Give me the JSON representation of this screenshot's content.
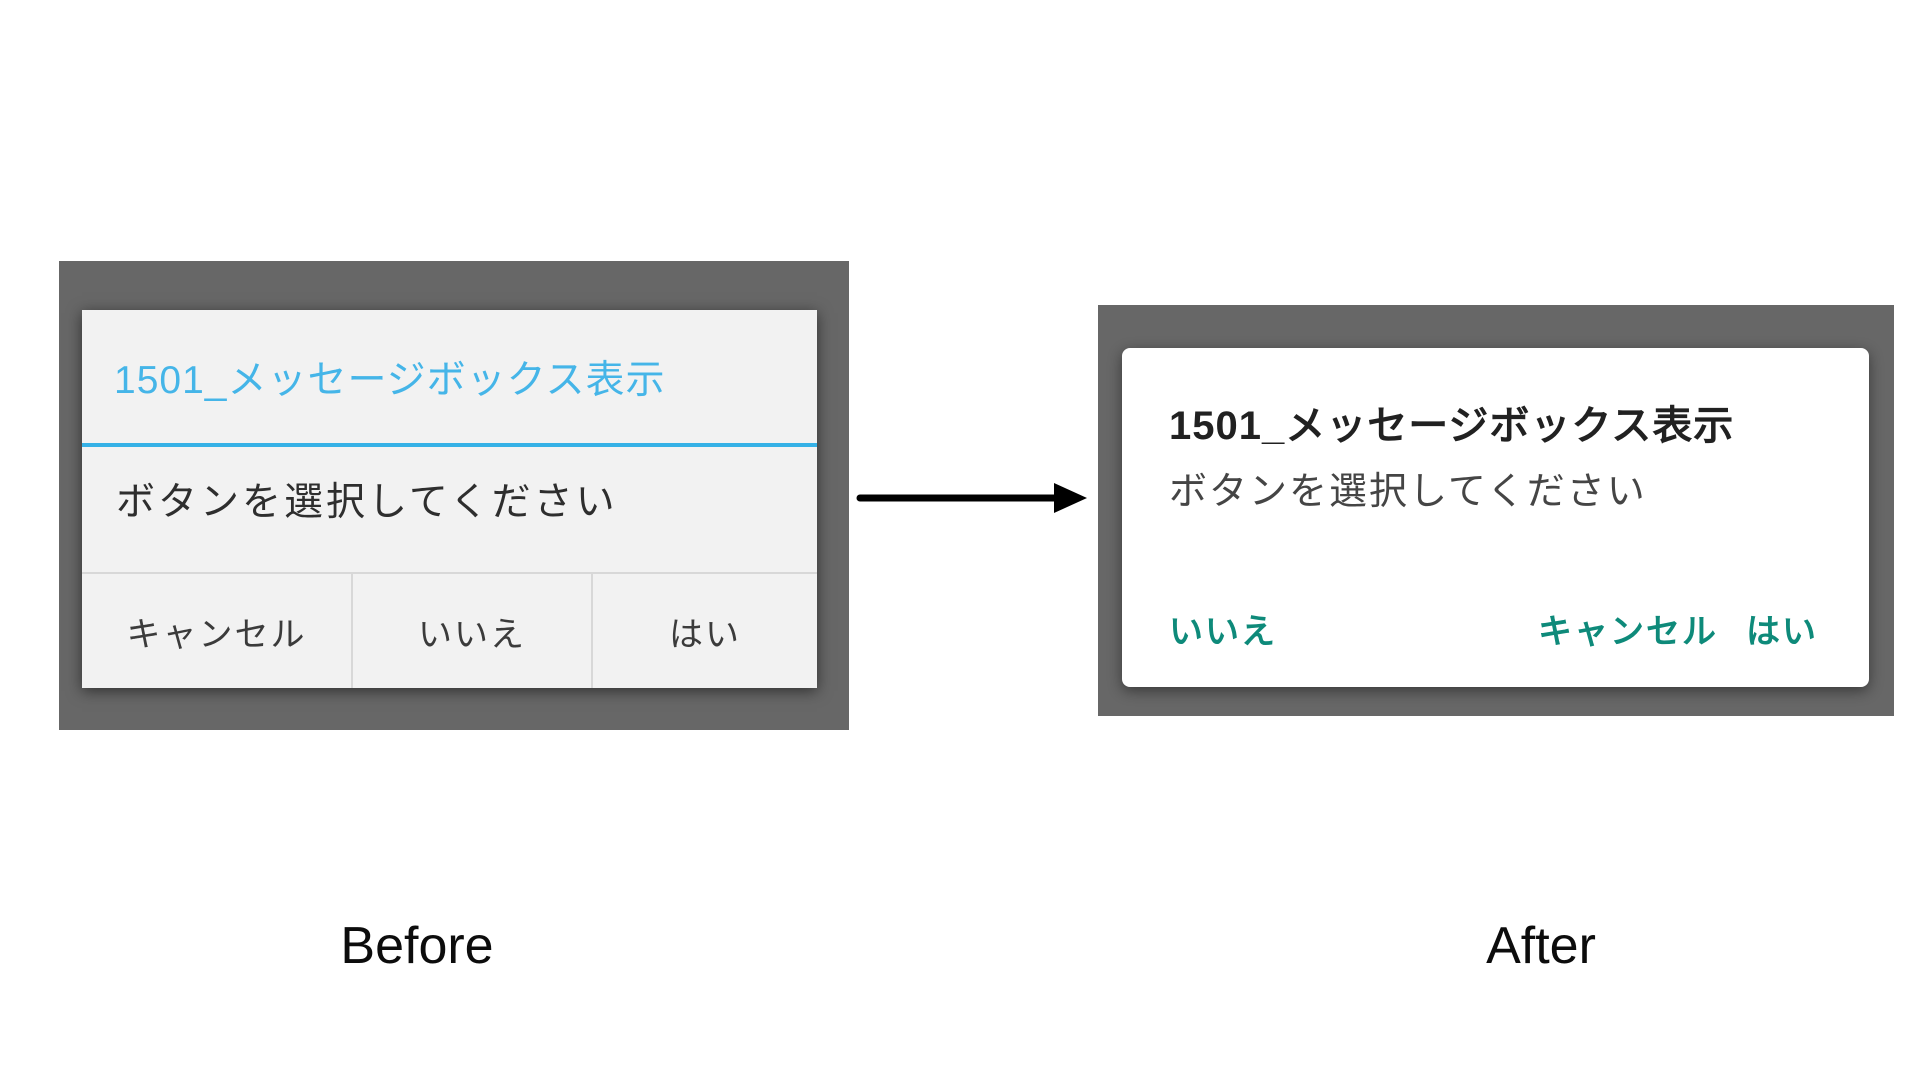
{
  "colors": {
    "page_background": "#ffffff",
    "panel_background": "#676767",
    "before_dialog_background": "#f2f2f2",
    "before_title_blue": "#45b5e8",
    "before_divider_blue": "#35b1e6",
    "after_dialog_background": "#ffffff",
    "after_button_teal": "#0e8a7a",
    "arrow_black": "#000000"
  },
  "before": {
    "section_label": "Before",
    "dialog": {
      "title": "1501_メッセージボックス表示",
      "message": "ボタンを選択してください",
      "buttons": [
        {
          "label": "キャンセル"
        },
        {
          "label": "いいえ"
        },
        {
          "label": "はい"
        }
      ]
    }
  },
  "after": {
    "section_label": "After",
    "dialog": {
      "title": "1501_メッセージボックス表示",
      "message": "ボタンを選択してください",
      "buttons": [
        {
          "label": "いいえ"
        },
        {
          "label": "キャンセル"
        },
        {
          "label": "はい"
        }
      ]
    }
  },
  "arrow": {
    "direction": "right"
  }
}
